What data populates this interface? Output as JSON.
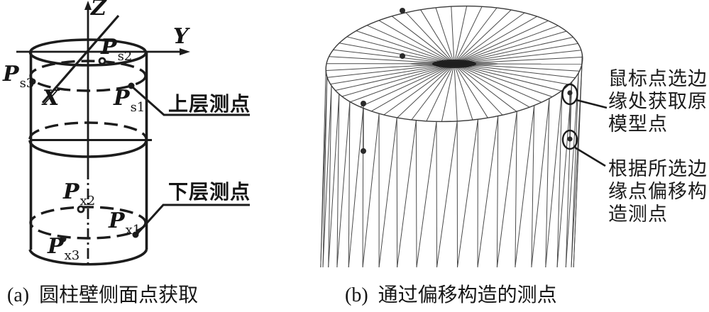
{
  "colors": {
    "ink": "#1c1c1c",
    "thin": "#4a4a4a",
    "outline": "#3a3a3a",
    "marker": "#2a2a2a",
    "background": "#ffffff"
  },
  "panel_a": {
    "caption_tag": "(a)",
    "caption_text": "圆柱壁侧面点获取",
    "axes": {
      "z": "Z",
      "y": "Y",
      "x": "X"
    },
    "points": {
      "ps1": {
        "main": "P",
        "sub": "s1"
      },
      "ps2": {
        "main": "P",
        "sub": "s2"
      },
      "ps3": {
        "main": "P",
        "sub": "s3"
      },
      "px1": {
        "main": "P",
        "sub": "x1"
      },
      "px2": {
        "main": "P",
        "sub": "x2"
      },
      "px3": {
        "main": "P",
        "sub": "x3"
      }
    },
    "callouts": {
      "upper": "上层测点",
      "lower": "下层测点"
    }
  },
  "panel_b": {
    "caption_tag": "(b)",
    "caption_text": "通过偏移构造的测点",
    "annotations": {
      "pick": "鼠标点选边缘处获取原模型点",
      "offset": "根据所选边缘点偏移构造测点"
    }
  }
}
